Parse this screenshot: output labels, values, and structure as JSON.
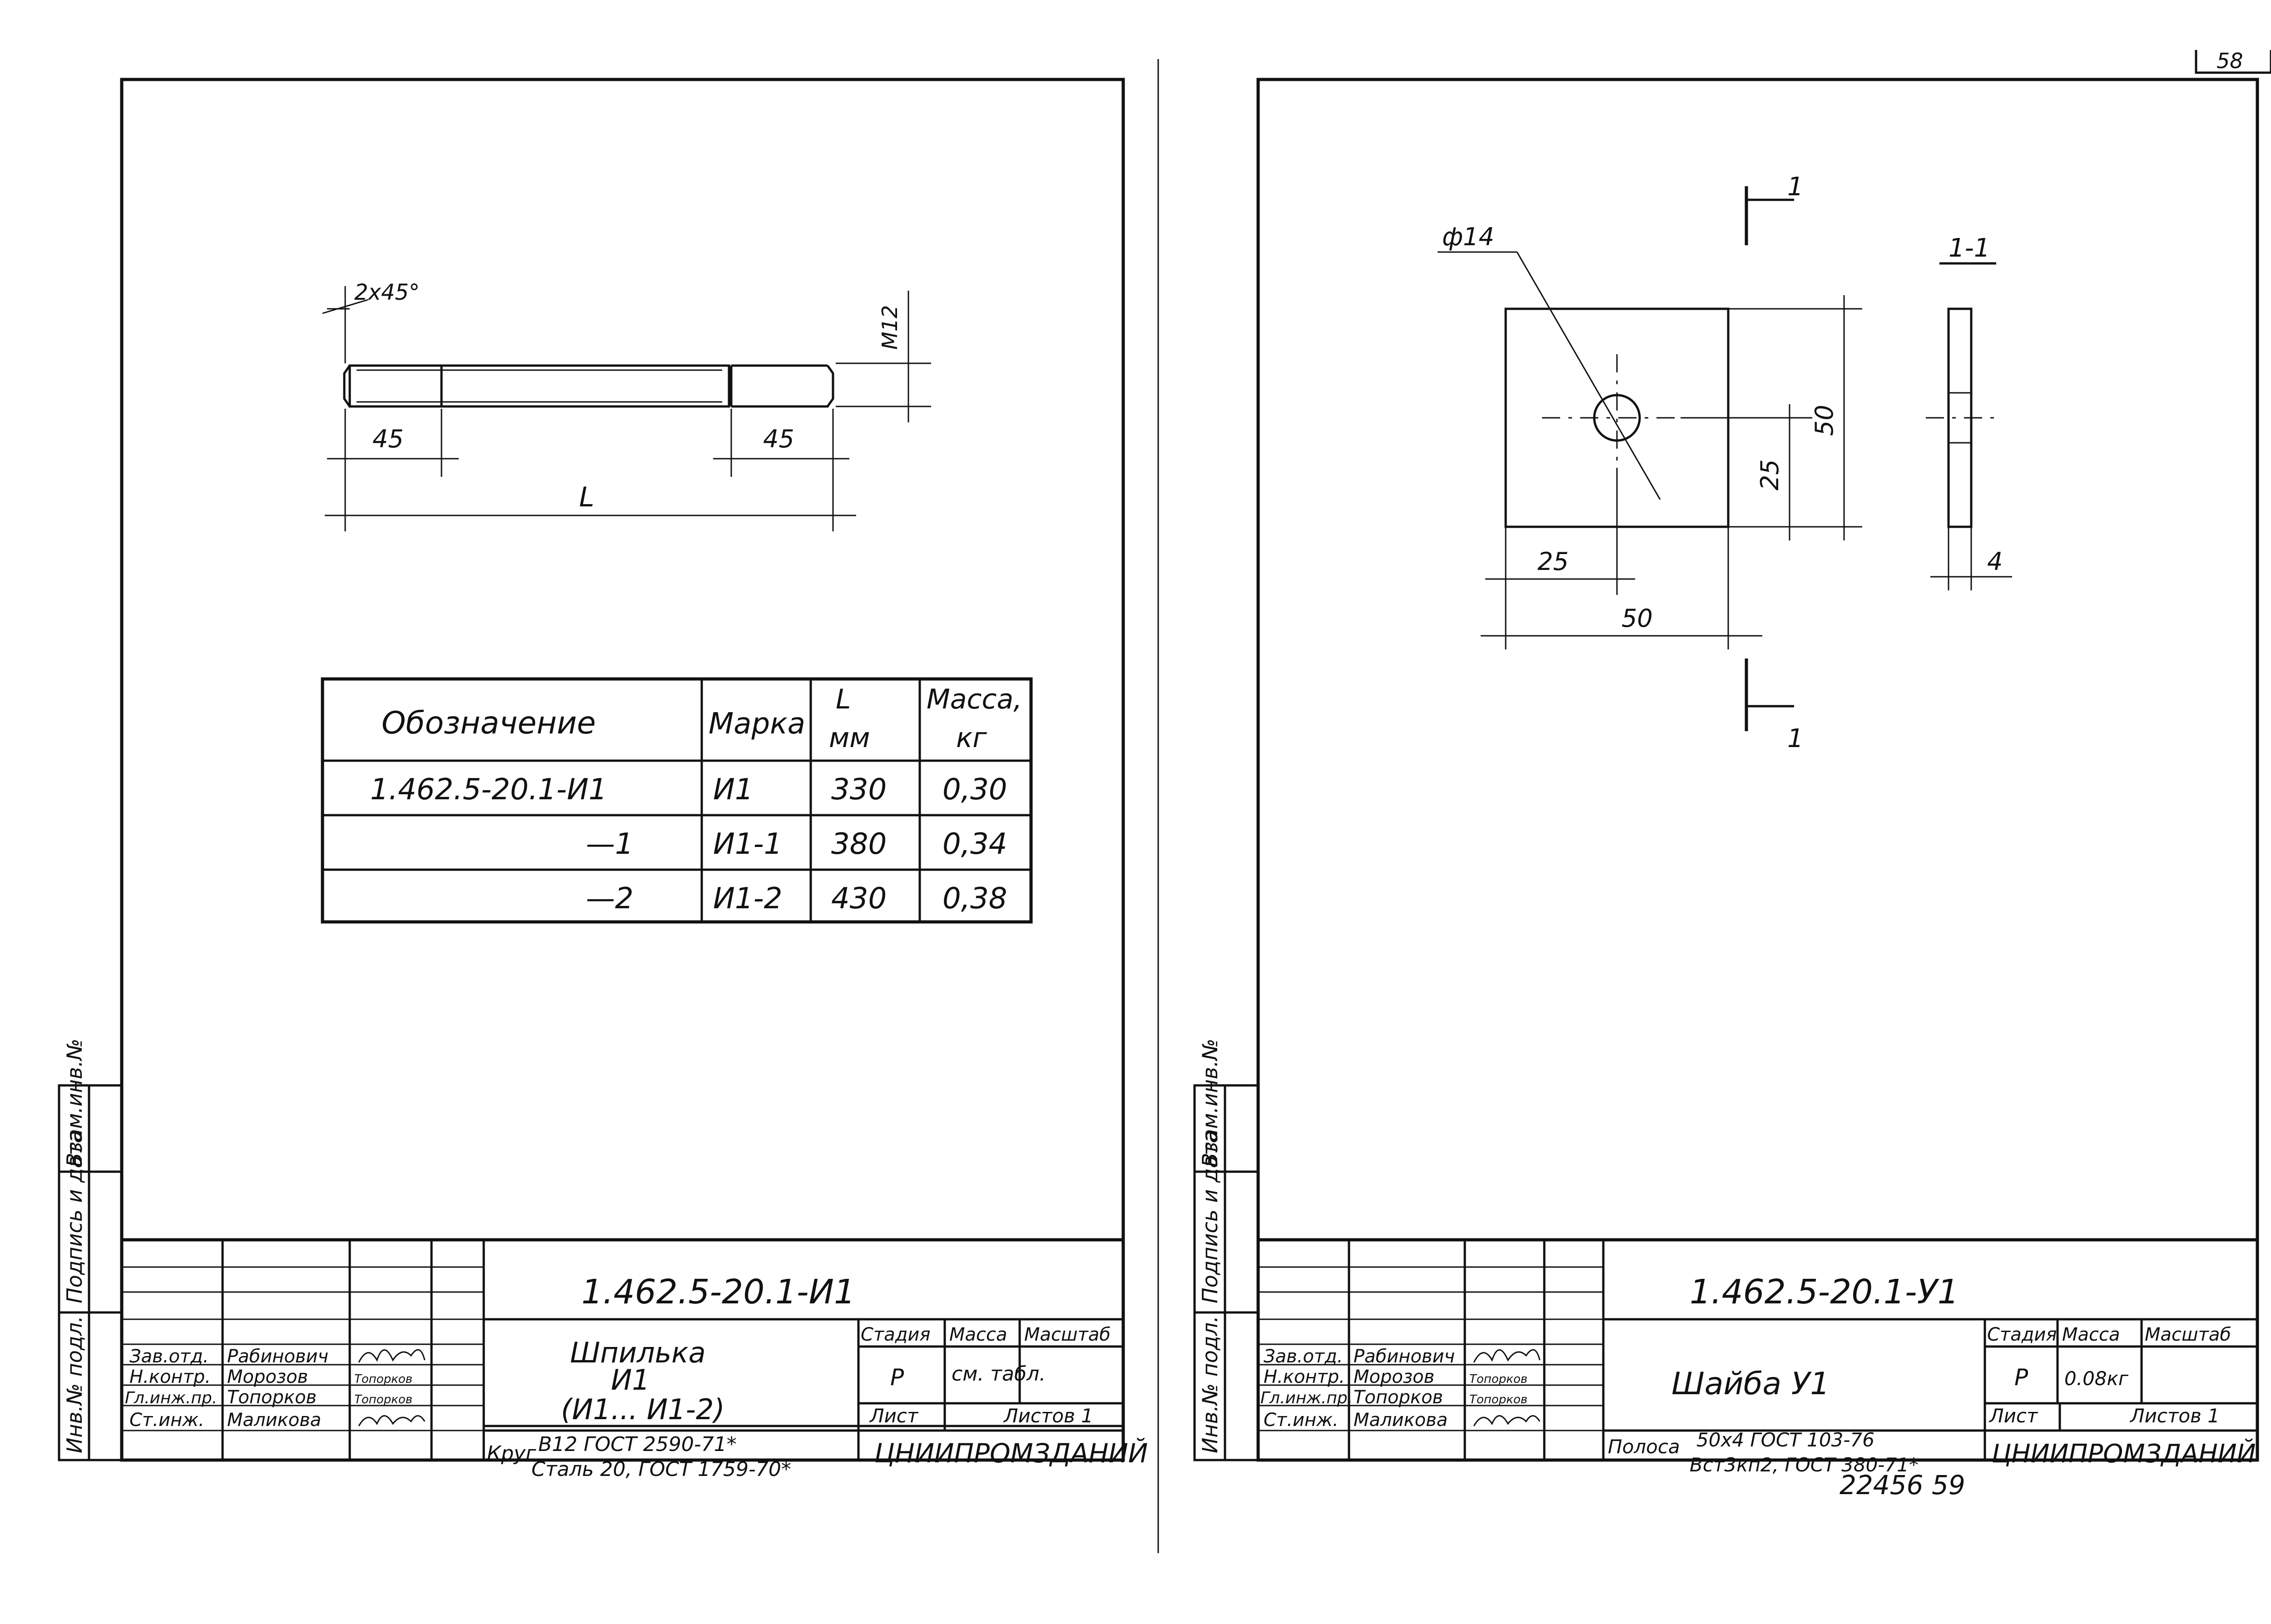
{
  "left_sheet": {
    "part": {
      "chamfer": "2x45°",
      "thread": "M12",
      "thread_len_left": "45",
      "thread_len_right": "45",
      "length": "L"
    },
    "table": {
      "headers": {
        "designation": "Обозначение",
        "mark": "Марка",
        "length": "L\nмм",
        "mass": "Масса,\nкг"
      },
      "rows": [
        {
          "designation": "1.462.5-20.1-И1",
          "mark": "И1",
          "length": "330",
          "mass": "0,30"
        },
        {
          "designation": "—1",
          "mark": "И1-1",
          "length": "380",
          "mass": "0,34"
        },
        {
          "designation": "—2",
          "mark": "И1-2",
          "length": "430",
          "mass": "0,38"
        }
      ]
    },
    "title_block": {
      "code": "1.462.5-20.1-И1",
      "name_line1": "Шпилька",
      "name_line2": "И1",
      "name_line3": "(И1... И1-2)",
      "stage_label": "Стадия",
      "mass_label": "Масса",
      "scale_label": "Масштаб",
      "stage": "Р",
      "mass": "см. табл.",
      "sheet_label": "Лист",
      "sheets_label": "Листов 1",
      "material_prefix": "Круг",
      "material_line1": "В12 ГОСТ 2590-71*",
      "material_line2": "Сталь 20, ГОСТ 1759-70*",
      "org": "ЦНИИПРОМЗДАНИЙ",
      "staff": [
        {
          "role": "Зав.отд.",
          "name": "Рабинович",
          "sign": ""
        },
        {
          "role": "Н.контр.",
          "name": "Морозов",
          "sign": "Топорков"
        },
        {
          "role": "Гл.инж.пр.",
          "name": "Топорков",
          "sign": "Топорков"
        },
        {
          "role": "Ст.инж.",
          "name": "Маликова",
          "sign": ""
        }
      ]
    },
    "side_stamps": [
      "Взам.инв.№",
      "Подпись и дата",
      "Инв.№ подл."
    ]
  },
  "right_sheet": {
    "page_no": "58",
    "part": {
      "section_mark": "1",
      "section_view": "1-1",
      "hole": "ф14",
      "width": "50",
      "height": "50",
      "half_width": "25",
      "half_height": "25",
      "thickness": "4"
    },
    "title_block": {
      "code": "1.462.5-20.1-У1",
      "name": "Шайба У1",
      "stage_label": "Стадия",
      "mass_label": "Масса",
      "scale_label": "Масштаб",
      "stage": "Р",
      "mass": "0.08кг",
      "sheet_label": "Лист",
      "sheets_label": "Листов 1",
      "material_prefix": "Полоса",
      "material_line1": "50х4 ГОСТ 103-76",
      "material_line2": "Вст3кп2, ГОСТ 380-71*",
      "org": "ЦНИИПРОМЗДАНИЙ",
      "staff": [
        {
          "role": "Зав.отд.",
          "name": "Рабинович",
          "sign": ""
        },
        {
          "role": "Н.контр.",
          "name": "Морозов",
          "sign": "Топорков"
        },
        {
          "role": "Гл.инж.пр.",
          "name": "Топорков",
          "sign": "Топорков"
        },
        {
          "role": "Ст.инж.",
          "name": "Маликова",
          "sign": ""
        }
      ]
    },
    "side_stamps": [
      "Взам.инв.№",
      "Подпись и дата",
      "Инв.№ подл."
    ],
    "footer": "22456  59"
  }
}
